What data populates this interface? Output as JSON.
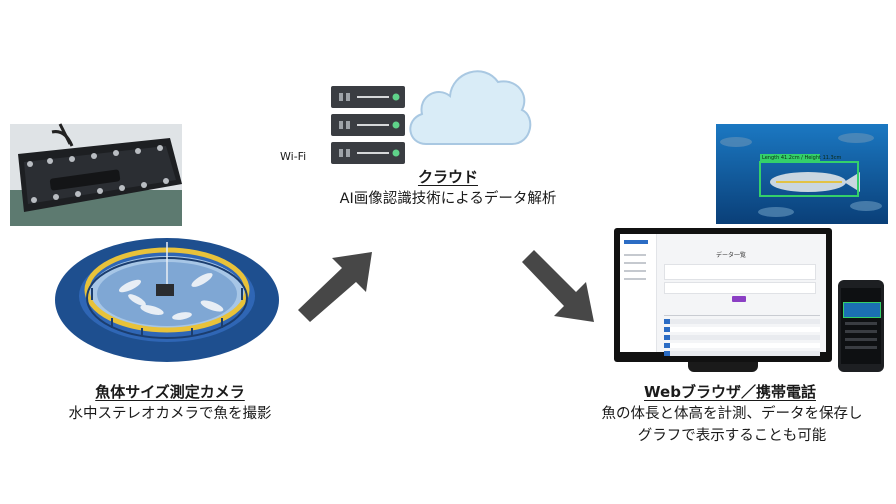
{
  "camera": {
    "title": "魚体サイズ測定カメラ",
    "desc": "水中ステレオカメラで魚を撮影"
  },
  "cloud": {
    "title": "クラウド",
    "desc": "AI画像認識技術によるデータ解析",
    "wifi": "Wi-Fi"
  },
  "web": {
    "title": "Webブラウザ／携帯電話",
    "desc_line1": "魚の体長と体高を計測、データを保存し",
    "desc_line2": "グラフで表示することも可能",
    "monitor_title": "データ一覧",
    "fish_label": "Length 41.2cm / Height 11.3cm"
  },
  "colors": {
    "arrow": "#474747",
    "server": "#3a3d42",
    "server_led": "#5fd38a",
    "cloud": "#d9ecf7",
    "cage_ring": "#e8c23a",
    "cage_water": "#2f66b5",
    "underwater": "#0f4f8f",
    "detect_box": "#34d06a",
    "accent_purple": "#8b3fc4"
  }
}
